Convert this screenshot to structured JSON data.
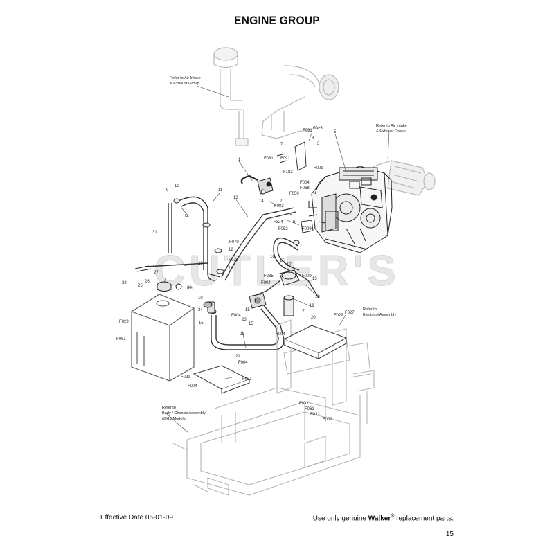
{
  "header": {
    "title": "ENGINE GROUP"
  },
  "watermark": "CUTLER'S",
  "references": {
    "air_intake_left": [
      "Refer to Air Intake",
      "& Exhaust Group"
    ],
    "air_intake_right": [
      "Refer to Air Intake",
      "& Exhaust Group"
    ],
    "electrical": [
      "Refer to",
      "Electrical Assembly"
    ],
    "body_chassis": [
      "Refer to",
      "Body / Chassis Assembly",
      "(GHS Models)"
    ]
  },
  "callouts": {
    "c_F091a": "F091",
    "c_F025": "F025",
    "c_5": "5",
    "c_8": "8",
    "c_3": "3",
    "c_7": "7",
    "c_F031": "F031",
    "c_F091b": "F091",
    "c_F009a": "F009",
    "c_F182": "F182",
    "c_1": "1",
    "c_F004a": "F004",
    "c_F068": "F068",
    "c_F050": "F050",
    "c_10a": "10",
    "c_9": "9",
    "c_11": "11",
    "c_13": "13",
    "c_14a": "14",
    "c_2": "2",
    "c_F003": "F003",
    "c_14b": "14",
    "c_4": "4",
    "c_F324": "F324",
    "c_6": "6",
    "c_F052": "F052",
    "c_F009b": "F009",
    "c_31": "31",
    "c_F079a": "F079",
    "c_12a": "12",
    "c_F079b": "F079",
    "c_12b": "12",
    "c_29": "29",
    "c_16": "16",
    "c_15a": "15",
    "c_17a": "17",
    "c_28": "28",
    "c_27": "27",
    "c_26": "26",
    "c_25": "25",
    "c_30": "30",
    "c_F235": "F235",
    "c_F004b": "F004",
    "c_F009c": "F009",
    "c_15b": "15",
    "c_18": "18",
    "c_10b": "10",
    "c_24": "24",
    "c_15c": "15",
    "c_F004c": "F004",
    "c_23": "23",
    "c_15d": "15",
    "c_19": "19",
    "c_17b": "17",
    "c_15e": "15",
    "c_20": "20",
    "c_F029a": "F029",
    "c_F027": "F027",
    "c_F029b": "F029",
    "c_F061a": "F061",
    "c_22": "22",
    "c_F004d": "F004",
    "c_21": "21",
    "c_F004e": "F004",
    "c_F029c": "F029",
    "c_F031b": "F031",
    "c_F004f": "F004",
    "c_F031c": "F031",
    "c_F061b": "F061",
    "c_F032": "F032",
    "c_F002": "F002"
  },
  "footer": {
    "effective_date": "Effective Date 06-01-09",
    "note_prefix": "Use only genuine ",
    "brand": "Walker",
    "trademark": "®",
    "note_suffix": " replacement parts.",
    "page_number": "15"
  }
}
